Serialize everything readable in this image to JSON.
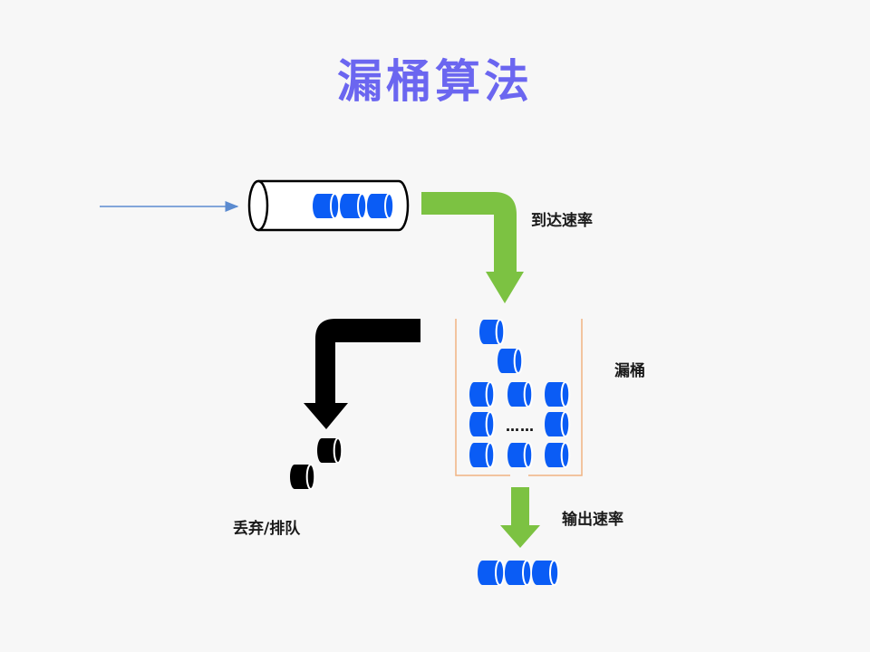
{
  "title": "漏桶算法",
  "labels": {
    "arrival_rate": "到达速率",
    "bucket": "漏桶",
    "output_rate": "输出速率",
    "drop_or_queue": "丢弃/排队",
    "ellipsis": "……"
  },
  "colors": {
    "title": "#6b66f0",
    "packet_blue": "#0a5cf5",
    "arrow_green": "#7cc242",
    "arrow_black": "#000000",
    "bucket_outline": "#f0b482",
    "input_arrow": "#5b8bd0"
  },
  "counts": {
    "packets_in_pipe": 3,
    "packets_in_bucket": 10,
    "packets_output": 3,
    "packets_dropped": 2
  }
}
